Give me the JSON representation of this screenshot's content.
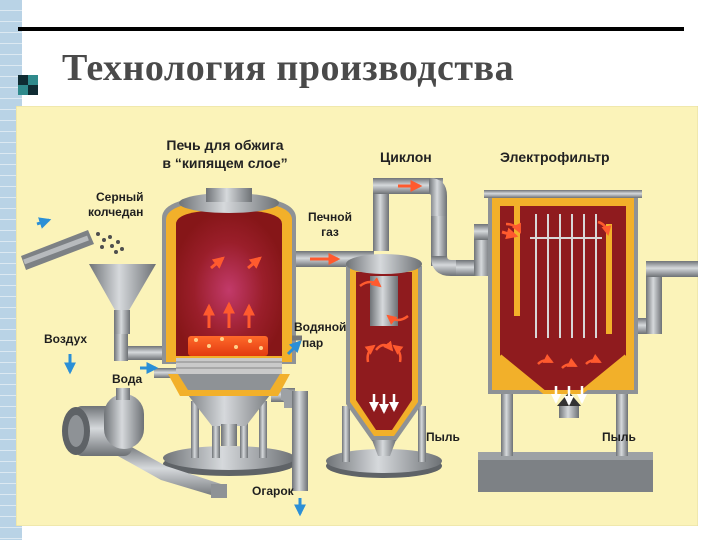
{
  "slide": {
    "title": "Технология производства"
  },
  "diagram": {
    "furnace_title_line1": "Печь для обжига",
    "furnace_title_line2": "в “кипящем слое”",
    "cyclone_title": "Циклон",
    "electrofilter_title": "Электрофильтр",
    "pyrite_line1": "Серный",
    "pyrite_line2": "колчедан",
    "furnace_gas_line1": "Печной",
    "furnace_gas_line2": "газ",
    "steam_line1": "Водяной",
    "steam_line2": "пар",
    "air": "Воздух",
    "water": "Вода",
    "dust_cyclone": "Пыль",
    "dust_filter": "Пыль",
    "cinder": "Огарок"
  },
  "colors": {
    "panel_bg": "#fbf3b9",
    "accent_arrow": "#2b8fd6",
    "chamber_red": "#8f1b1e",
    "shell_orange": "#f2b02a",
    "metal_grey": "#8e9296",
    "title_grey": "#4a4a4a",
    "bullet_dark": "#0f2c33",
    "bullet_teal": "#2f8a8c"
  }
}
